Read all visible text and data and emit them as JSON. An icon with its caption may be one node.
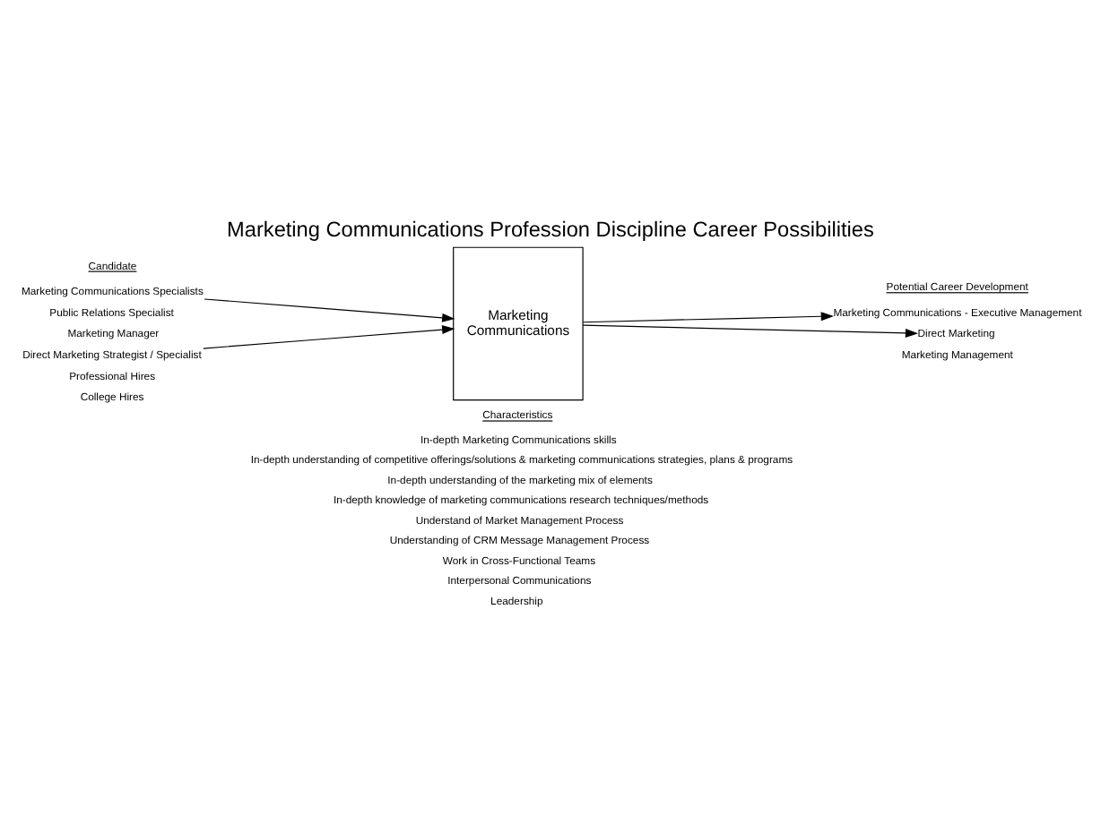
{
  "diagram": {
    "title": "Marketing Communications Profession Discipline Career Possibilities",
    "nodes": [
      {
        "text": [
          "Marketing Communications Specialists"
        ]
      },
      {
        "text": [
          "Public Relations Specialist"
        ]
      },
      {
        "text": [
          "Marketing Manager"
        ]
      },
      {
        "text": [
          "Direct Marketing Strategist / Specialist"
        ]
      },
      {
        "text": [
          "Professional Hires"
        ]
      },
      {
        "text": [
          "College Hires"
        ]
      },
      {
        "text": [
          "Marketing Communications"
        ]
      },
      {
        "text": [
          "Marketing Communications - Executive Management"
        ]
      },
      {
        "text": [
          "Direct Marketing"
        ]
      },
      {
        "text": [
          "Marketing Management"
        ]
      }
    ],
    "edges": [
      {
        "from": 0,
        "to": 6,
        "arrow": "to"
      },
      {
        "from": 3,
        "to": 6,
        "arrow": "to"
      },
      {
        "from": 6,
        "to": 7,
        "arrow": "to"
      },
      {
        "from": 6,
        "to": 8,
        "arrow": "to"
      }
    ],
    "labels": [
      "Candidate",
      "Potential Career Development",
      "Characteristics",
      "In-depth Marketing Communications skills",
      "In-depth understanding of competitive offerings/solutions & marketing communications strategies, plans & programs",
      "In-depth understanding of the marketing mix of elements",
      "In-depth knowledge of marketing communications research techniques/methods",
      "Understand of Market Management Process",
      "Understanding of CRM Message Management Process",
      "Work in Cross-Functional Teams",
      "Interpersonal Communications",
      "Leadership"
    ]
  }
}
